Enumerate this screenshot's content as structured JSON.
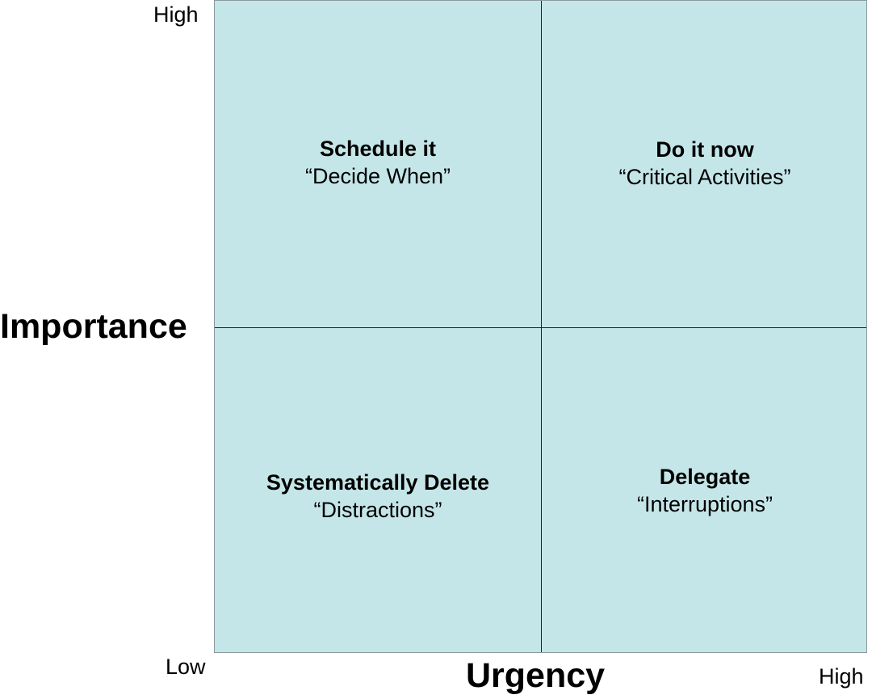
{
  "diagram": {
    "type": "eisenhower-matrix",
    "y_axis": {
      "title": "Importance",
      "high_label": "High"
    },
    "x_axis": {
      "title": "Urgency",
      "low_label": "Low",
      "high_label": "High"
    },
    "quadrants": {
      "top_left": {
        "title": "Schedule it",
        "subtitle": "“Decide When”"
      },
      "top_right": {
        "title": "Do it now",
        "subtitle": "“Critical Activities”"
      },
      "bottom_left": {
        "title": "Systematically Delete",
        "subtitle": "“Distractions”"
      },
      "bottom_right": {
        "title": "Delegate",
        "subtitle": "“Interruptions”"
      }
    },
    "colors": {
      "quadrant_fill": "#c5e6e8",
      "divider": "#222222"
    }
  }
}
